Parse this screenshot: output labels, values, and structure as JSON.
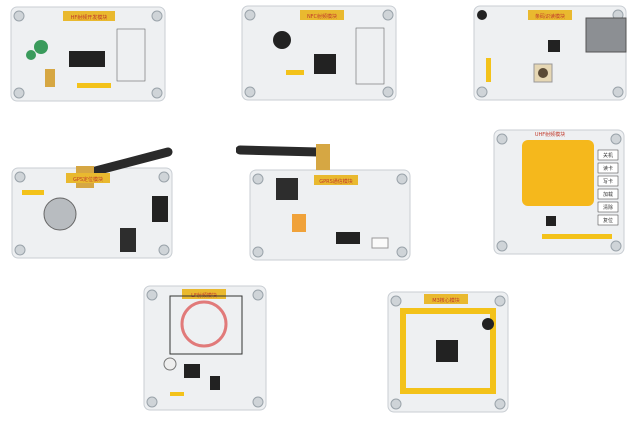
{
  "boards": [
    {
      "id": "hf",
      "title": "HF射频开发模块"
    },
    {
      "id": "nfc",
      "title": "NFC射频模块"
    },
    {
      "id": "scan",
      "title": "条码识读模块"
    },
    {
      "id": "gps",
      "title": "GPS定位模块"
    },
    {
      "id": "gprs",
      "title": "GPRS通信模块"
    },
    {
      "id": "uhf",
      "title": "UHF射频模块",
      "keys": [
        "关机",
        "读卡",
        "写卡",
        "加载",
        "清除",
        "复位"
      ]
    },
    {
      "id": "lf",
      "title": "LF射频模块"
    },
    {
      "id": "core",
      "title": "M3核心模块"
    }
  ],
  "colors": {
    "pcb": "#eef0f2",
    "pcb_edge": "#c9ced3",
    "chip": "#222222",
    "pin_yellow": "#f3c21a",
    "antenna": "#2a2a2a",
    "gold": "#d6a743",
    "title_strip": "#e9b92f",
    "uhf_antenna": "#f5b81c",
    "coil": "#e17a7a"
  }
}
